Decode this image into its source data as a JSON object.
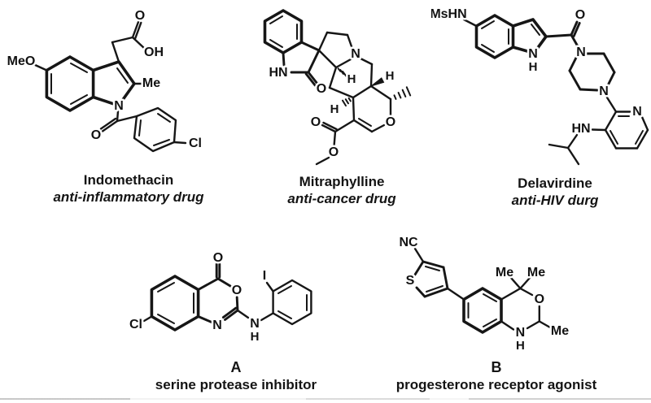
{
  "figure": {
    "type": "chemical-structures",
    "background": "#ffffff",
    "ink_color": "#161616"
  },
  "molecules": [
    {
      "id": "indomethacin",
      "name": "Indomethacin",
      "description": "anti-inflammatory drug",
      "atoms": {
        "meo": "MeO",
        "o_acid": "O",
        "oh": "OH",
        "me": "Me",
        "n": "N",
        "o_keto": "O",
        "cl": "Cl"
      }
    },
    {
      "id": "mitraphylline",
      "name": "Mitraphylline",
      "description": "anti-cancer drug",
      "atoms": {
        "hn": "HN",
        "o_amide": "O",
        "n": "N",
        "h_c3": "H",
        "h_c20": "H",
        "h_c15": "H",
        "o_ester_keto": "O",
        "o_ester": "O",
        "o_pyran": "O"
      }
    },
    {
      "id": "delavirdine",
      "name": "Delavirdine",
      "description": "anti-HIV durg",
      "atoms": {
        "mshn": "MsHN",
        "n_indole": "N",
        "h_indole": "H",
        "o_amide": "O",
        "n_pip_top": "N",
        "n_pip_bot": "N",
        "n_pyridine": "N",
        "hn_amine": "HN"
      }
    },
    {
      "id": "compound-a",
      "name": "A",
      "description": "serine protease inhibitor",
      "atoms": {
        "o_keto": "O",
        "o_ring": "O",
        "n_ring": "N",
        "cl": "Cl",
        "n_amine": "N",
        "h_amine": "H",
        "i": "I"
      }
    },
    {
      "id": "compound-b",
      "name": "B",
      "description": "progesterone receptor agonist",
      "atoms": {
        "nc": "NC",
        "s": "S",
        "me_gem1": "Me",
        "me_gem2": "Me",
        "o_ring": "O",
        "me_c2": "Me",
        "n": "N",
        "h": "H"
      }
    }
  ]
}
